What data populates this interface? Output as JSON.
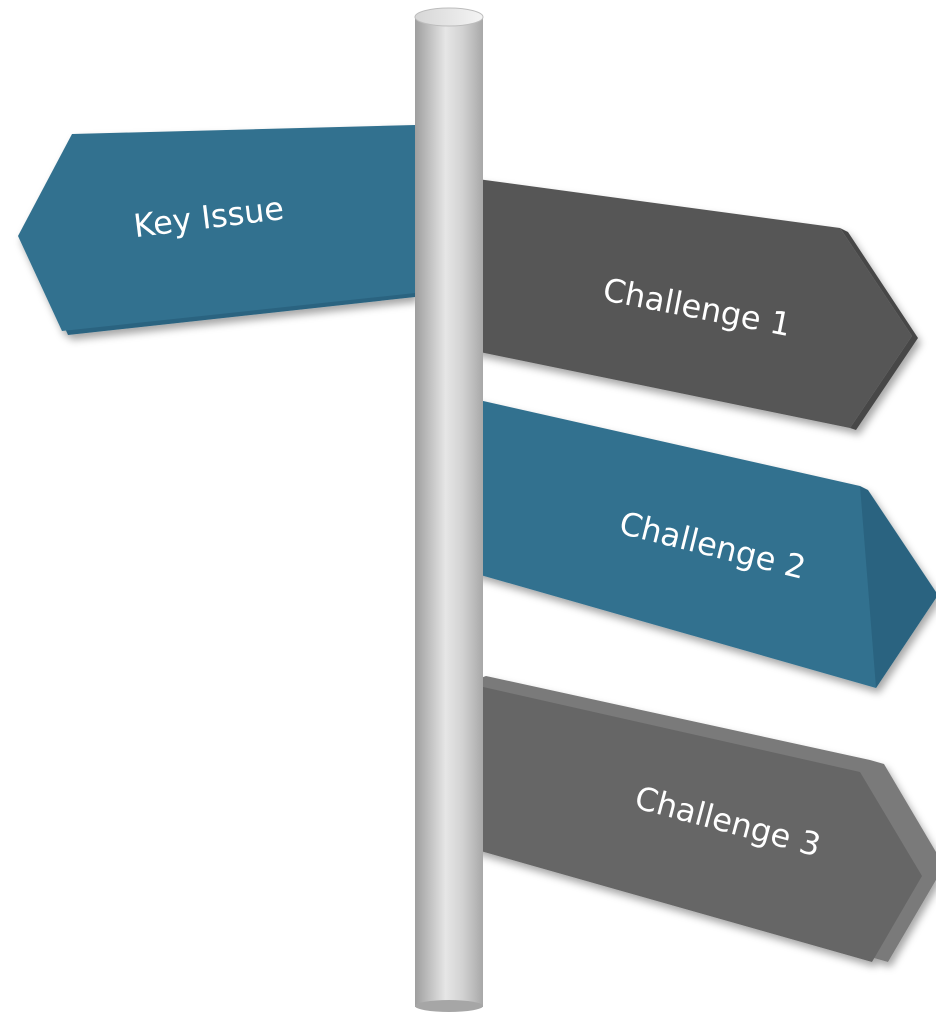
{
  "signs": [
    {
      "id": "key-issue",
      "label": "Key Issue",
      "color": "#33718F",
      "edge_color": "#2A6480"
    },
    {
      "id": "challenge-1",
      "label": "Challenge 1",
      "color": "#575757",
      "edge_color": "#474747"
    },
    {
      "id": "challenge-2",
      "label": "Challenge 2",
      "color": "#33718F",
      "edge_color": "#2A6480"
    },
    {
      "id": "challenge-3",
      "label": "Challenge 3",
      "color": "#666666",
      "edge_color": "#7A7A7A"
    }
  ],
  "pole": {
    "color": "#C8C8C8",
    "highlight": "#EFEFEF"
  }
}
